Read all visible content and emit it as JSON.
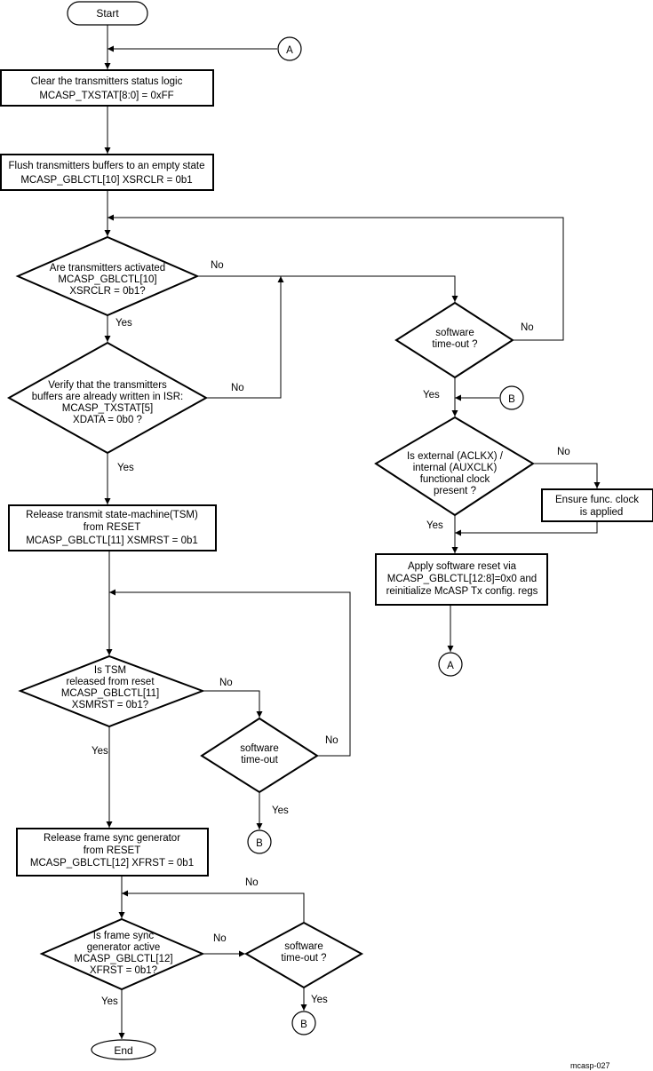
{
  "nodes": {
    "start": "Start",
    "end": "End",
    "clear_status": [
      "Clear the transmitters status logic",
      "MCASP_TXSTAT[8:0]  = 0xFF"
    ],
    "flush": [
      "Flush transmitters buffers to an empty state",
      "MCASP_GBLCTL[10] XSRCLR = 0b1"
    ],
    "activated_decision": [
      "Are transmitters activated",
      "MCASP_GBLCTL[10]",
      "XSRCLR = 0b1?"
    ],
    "verify_decision": [
      "Verify that  the transmitters",
      "buffers are already written in ISR:",
      "MCASP_TXSTAT[5]",
      "XDATA = 0b0 ?"
    ],
    "release_tsm": [
      "Release transmit state-machine(TSM)",
      "from RESET",
      "MCASP_GBLCTL[11] XSMRST = 0b1"
    ],
    "tsm_decision": [
      "Is TSM",
      "released from reset",
      "MCASP_GBLCTL[11]",
      "XSMRST = 0b1?"
    ],
    "release_fs": [
      "Release frame sync generator",
      "from RESET",
      "MCASP_GBLCTL[12] XFRST = 0b1"
    ],
    "fs_decision": [
      "Is frame sync",
      "generator active",
      "MCASP_GBLCTL[12]",
      "XFRST = 0b1?"
    ],
    "timeout1": [
      "software",
      "time-out ?"
    ],
    "timeout2": [
      "software",
      "time-out"
    ],
    "timeout3": [
      "software",
      "time-out ?"
    ],
    "clock_decision": [
      "Is  external (ACLKX) /",
      "internal (AUXCLK)",
      "functional clock",
      "present ?"
    ],
    "ensure_clock": [
      "Ensure func. clock",
      "is applied"
    ],
    "apply_reset": [
      "Apply software reset via",
      "MCASP_GBLCTL[12:8]=0x0 and",
      "reinitialize McASP Tx config. regs"
    ]
  },
  "connectors": {
    "a": "A",
    "b": "B"
  },
  "labels": {
    "yes": "Yes",
    "no": "No"
  },
  "figure_id": "mcasp-027"
}
